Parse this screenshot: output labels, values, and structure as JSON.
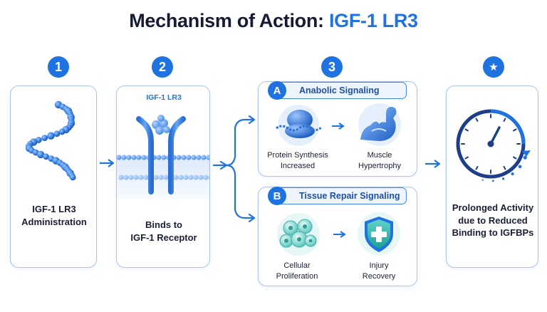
{
  "title": {
    "part1": "Mechanism of Action:",
    "part2": "IGF-1 LR3"
  },
  "steps": [
    {
      "badge": "1",
      "caption_line1": "IGF-1 LR3",
      "caption_line2": "Administration"
    },
    {
      "badge": "2",
      "label": "IGF-1 LR3",
      "caption_line1": "Binds to",
      "caption_line2": "IGF-1 Receptor"
    },
    {
      "badge": "3"
    },
    {
      "badge": "★",
      "caption_line1": "Prolonged Activity",
      "caption_line2": "due to Reduced",
      "caption_line3": "Binding to IGFBPs"
    }
  ],
  "section_a": {
    "letter": "A",
    "title": "Anabolic Signaling",
    "item1": {
      "line1": "Protein Synthesis",
      "line2": "Increased"
    },
    "item2": {
      "line1": "Muscle",
      "line2": "Hypertrophy"
    }
  },
  "section_b": {
    "letter": "B",
    "title": "Tissue Repair Signaling",
    "item1": {
      "line1": "Cellular",
      "line2": "Proliferation"
    },
    "item2": {
      "line1": "Injury",
      "line2": "Recovery"
    }
  },
  "colors": {
    "accent": "#1f73e0",
    "border": "#a9c4ea",
    "title": "#161b33"
  },
  "icons": [
    "peptide-chain-icon",
    "receptor-membrane-icon",
    "protein-ribosome-icon",
    "flexed-arm-icon",
    "cell-cluster-icon",
    "shield-cross-icon",
    "stopwatch-icon",
    "arrow-right-icon"
  ]
}
